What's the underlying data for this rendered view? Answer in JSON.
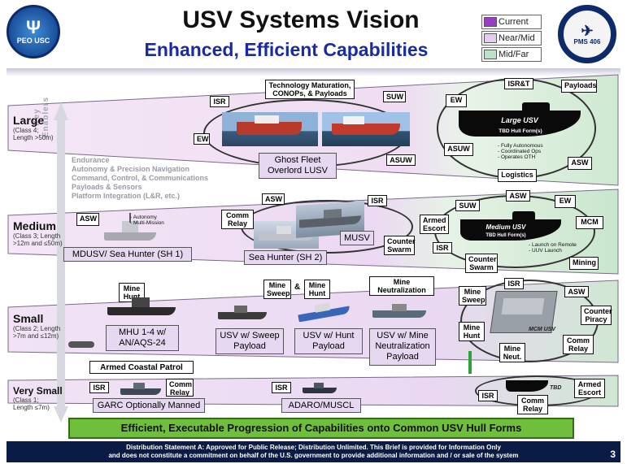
{
  "header": {
    "title": "USV Systems Vision",
    "subtitle": "Enhanced, Efficient Capabilities",
    "left_logo_text": "PEO USC",
    "right_logo_text": "PMS 406"
  },
  "legend": {
    "items": [
      {
        "label": "Current",
        "color": "#9a3cc4"
      },
      {
        "label": "Near/Mid",
        "color": "#e4cdf0"
      },
      {
        "label": "Mid/Far",
        "color": "#bfe0c8"
      }
    ]
  },
  "side_label": "Key Enablers",
  "enablers": [
    "Endurance",
    "Autonomy & Precision Navigation",
    "Command, Control, & Communications",
    "Payloads & Sensors",
    "Platform Integration (L&R, etc.)"
  ],
  "rows": {
    "large": {
      "name": "Large",
      "sub1": "(Class 4;",
      "sub2": "Length >50m)",
      "boxes": {
        "tech": "Technology Maturation, CONOPs, & Payloads",
        "isr": "ISR",
        "suw": "SUW",
        "ew": "EW",
        "asuw": "ASUW",
        "ghost": "Ghost Fleet Overlord LUSV",
        "isrt": "ISR&T",
        "payloads": "Payloads",
        "ew2": "EW",
        "asuw2": "ASUW",
        "logistics": "Logistics",
        "asw": "ASW"
      },
      "usv_title": "Large USV",
      "usv_sub": "TBD Hull Form(s)",
      "notes": [
        "- Fully Autonomous",
        "- Coordinated Ops",
        "- Operates OTH"
      ]
    },
    "medium": {
      "name": "Medium",
      "sub1": "(Class 3; Length",
      "sub2": ">12m and ≤50m)",
      "boxes": {
        "asw": "ASW",
        "comm": "Comm Relay",
        "asw2": "ASW",
        "isr": "ISR",
        "musv": "MUSV",
        "counter": "Counter Swarm",
        "mdusv": "MDUSV/ Sea Hunter (SH 1)",
        "seahunter": "Sea Hunter (SH 2)",
        "suw": "SUW",
        "asw3": "ASW",
        "ew": "EW",
        "armed": "Armed Escort",
        "mcm": "MCM",
        "isr2": "ISR",
        "counter2": "Counter Swarm",
        "mining": "Mining"
      },
      "notes_left": [
        "- Autonomy",
        "- Multi-Mission"
      ],
      "usv_title": "Medium USV",
      "usv_sub": "TBD Hull Form(s)",
      "notes_right": [
        "- Launch on Remote",
        "- UUV Launch"
      ]
    },
    "small": {
      "name": "Small",
      "sub1": "(Class 2; Length",
      "sub2": ">7m and ≤12m)",
      "boxes": {
        "minehunt": "Mine Hunt",
        "minesweep": "Mine Sweep",
        "amp": "&",
        "minehunt2": "Mine Hunt",
        "mineneut": "Mine Neutralization",
        "mhu": "MHU 1-4 w/ AN/AQS-24",
        "sweep": "USV w/ Sweep Payload",
        "hunt": "USV w/ Hunt Payload",
        "neut": "USV w/ Mine Neutralization Payload",
        "mcm_sweep": "Mine Sweep",
        "mcm_isr": "ISR",
        "mcm_asw": "ASW",
        "mcm_hunt": "Mine Hunt",
        "mcm_counter": "Counter Piracy",
        "mcm_neut": "Mine Neut.",
        "mcm_comm": "Comm Relay",
        "patrol": "Armed Coastal Patrol"
      },
      "usv_title": "MCM USV"
    },
    "very_small": {
      "name": "Very Small",
      "sub1": "(Class 1;",
      "sub2": "Length ≤7m)",
      "boxes": {
        "isr": "ISR",
        "comm": "Comm Relay",
        "isr2": "ISR",
        "garc": "GARC Optionally Manned",
        "adaro": "ADARO/MUSCL",
        "isr3": "ISR",
        "comm2": "Comm Relay",
        "armed": "Armed Escort"
      },
      "usv_title": "TBD"
    }
  },
  "banner": "Efficient, Executable Progression of Capabilities onto Common USV Hull Forms",
  "footer": {
    "line1": "Distribution Statement A:  Approved for Public Release; Distribution Unlimited. This Brief is provided for Information Only",
    "line2": "and does not constitute a commitment on behalf of the U.S. government to provide additional information and / or sale of the system",
    "page": "3"
  }
}
